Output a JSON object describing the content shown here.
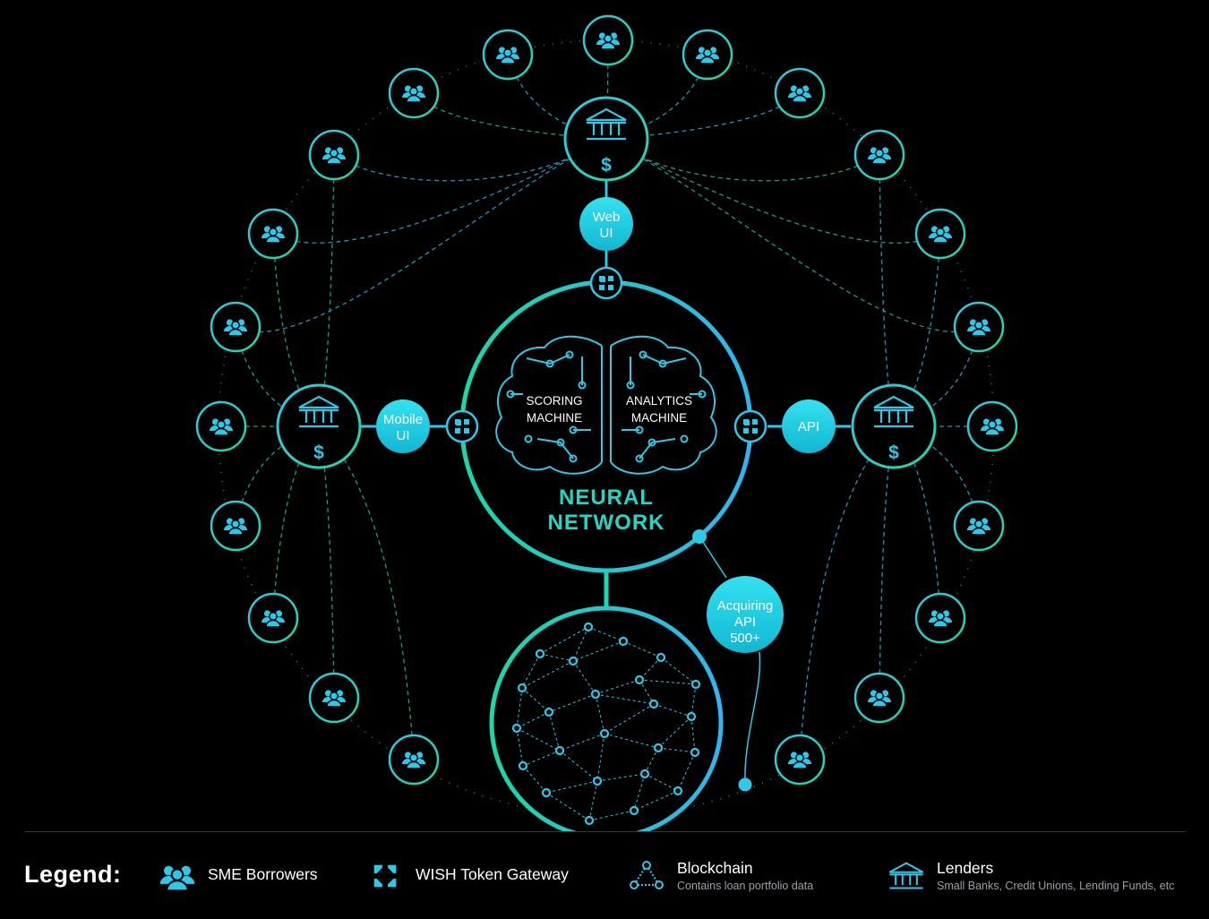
{
  "diagram": {
    "center_title_line1": "NEURAL",
    "center_title_line2": "NETWORK",
    "scoring_line1": "SCORING",
    "scoring_line2": "MACHINE",
    "analytics_line1": "ANALYTICS",
    "analytics_line2": "MACHINE",
    "hubs": {
      "web_ui": [
        "Web",
        "UI"
      ],
      "mobile_ui": [
        "Mobile",
        "UI"
      ],
      "api": [
        "API"
      ],
      "acquiring_api": [
        "Acquiring",
        "API",
        "500+"
      ]
    },
    "node_types": {
      "borrower": "sme-borrower",
      "lender": "lender",
      "gateway": "wish-token-gateway",
      "blockchain": "blockchain"
    }
  },
  "legend": {
    "title": "Legend:",
    "items": [
      {
        "icon": "users-icon",
        "label": "SME Borrowers"
      },
      {
        "icon": "gateway-icon",
        "label": "WISH Token Gateway"
      },
      {
        "icon": "blockchain-icon",
        "label": "Blockchain",
        "sub": "Contains loan portfolio data"
      },
      {
        "icon": "bank-icon",
        "label": "Lenders",
        "sub": "Small Banks, Credit Unions, Lending Funds, etc"
      }
    ]
  },
  "colors": {
    "background": "#000000",
    "cyan": "#2ec9e8",
    "teal": "#1fd7a6",
    "hub_fill_top": "#35e1f0",
    "hub_fill_bottom": "#10b7d2",
    "rule": "#3a3a3a"
  }
}
